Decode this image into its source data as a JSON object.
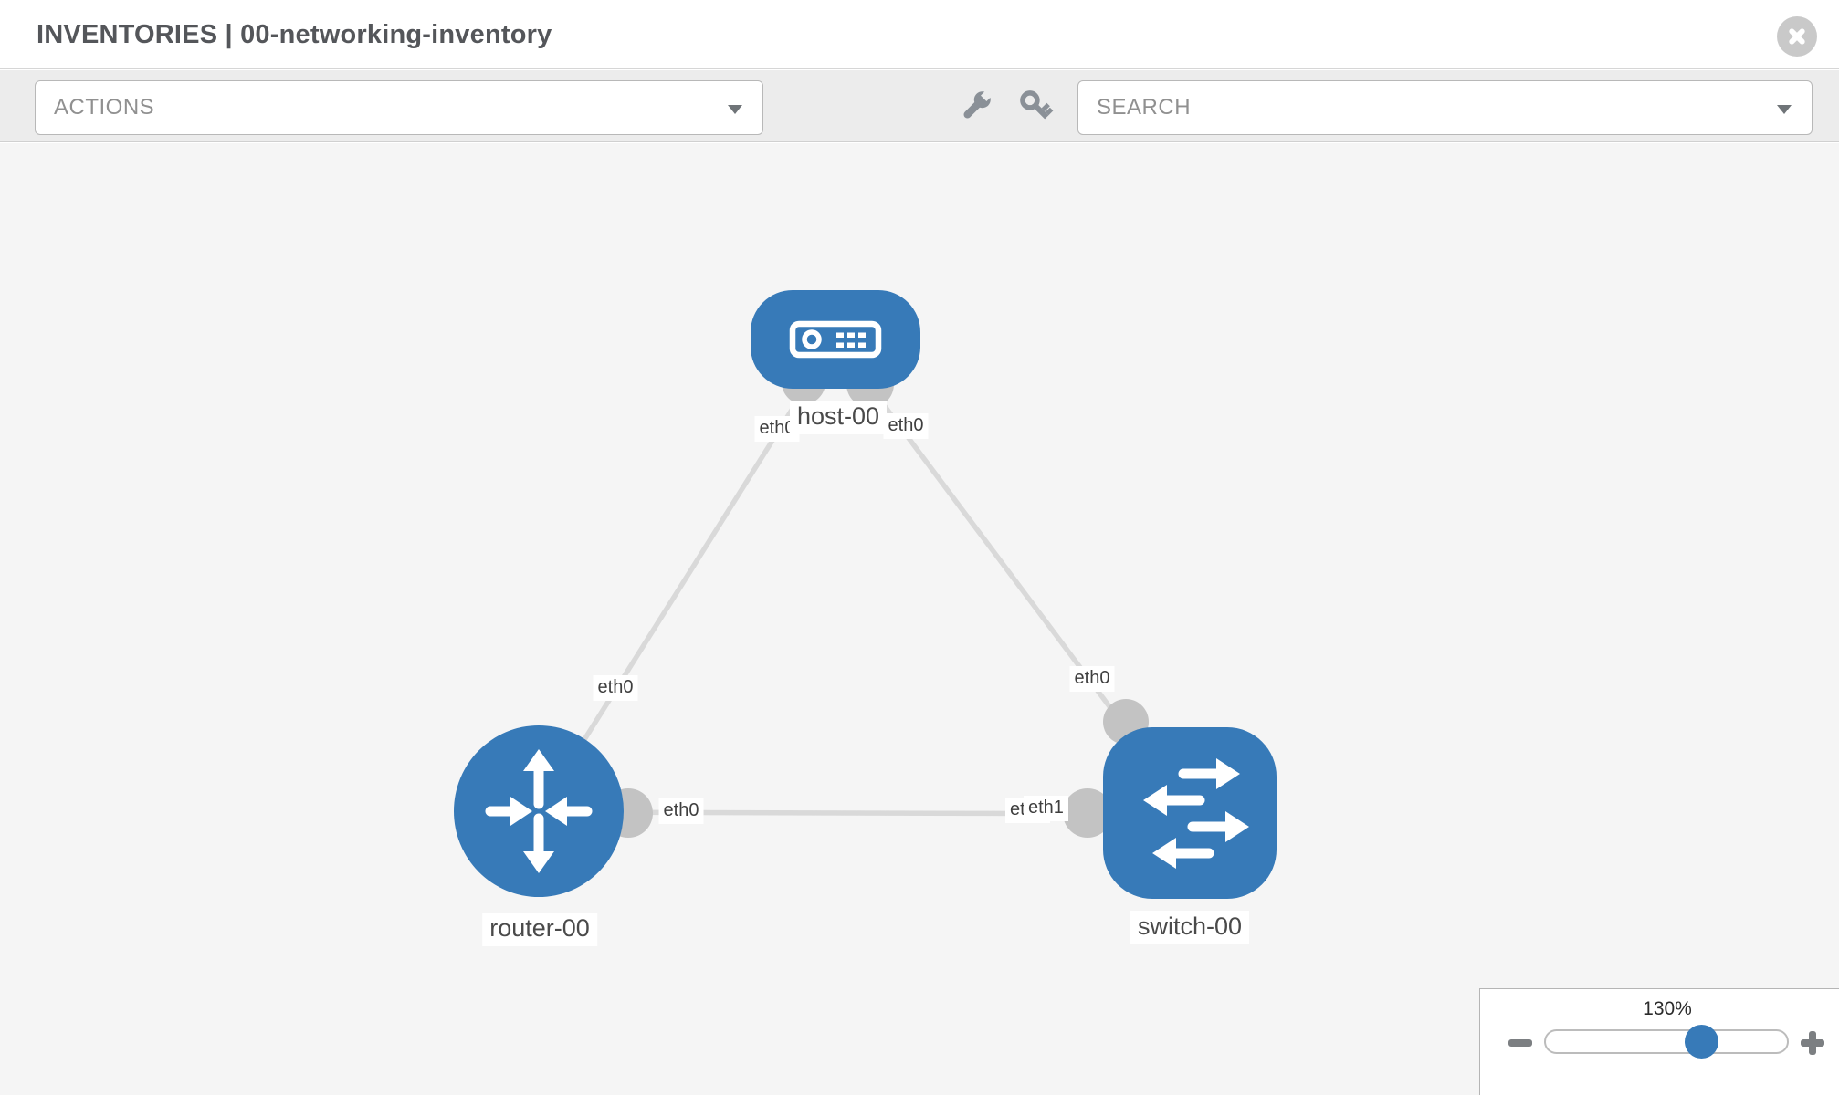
{
  "header": {
    "title": "INVENTORIES | 00-networking-inventory"
  },
  "toolbar": {
    "actions_label": "ACTIONS",
    "search_label": "SEARCH",
    "icons": [
      "wrench-icon",
      "key-icon"
    ]
  },
  "topology": {
    "nodes": {
      "host": {
        "label": "host-00",
        "type": "host"
      },
      "router": {
        "label": "router-00",
        "type": "router"
      },
      "switch": {
        "label": "switch-00",
        "type": "switch"
      }
    },
    "interfaces": {
      "host_left": "eth0",
      "host_right": "eth0",
      "router_link_top": "eth0",
      "switch_link_top": "eth0",
      "mid_router_side": "eth0",
      "mid_switch_under": "eth0",
      "mid_switch_over": "eth1"
    },
    "links": [
      {
        "from": "host-00",
        "to": "router-00",
        "from_if": "eth0",
        "to_if": "eth0"
      },
      {
        "from": "host-00",
        "to": "switch-00",
        "from_if": "eth0",
        "to_if": "eth0"
      },
      {
        "from": "router-00",
        "to": "switch-00",
        "from_if": "eth0",
        "to_if": "eth1"
      }
    ]
  },
  "zoom_control": {
    "level": "130%"
  },
  "colors": {
    "node_blue": "#377ab8",
    "link_gray": "#d9d9d9",
    "dot_gray": "#c3c3c3",
    "canvas_bg": "#f5f5f5",
    "toolbar_bg": "#ececec"
  }
}
